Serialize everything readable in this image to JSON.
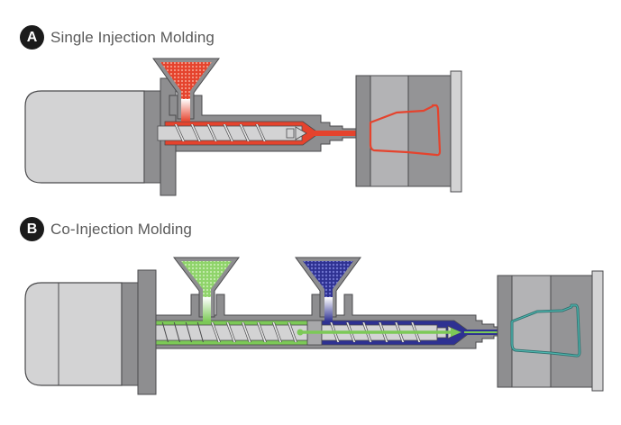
{
  "sections": [
    {
      "badge": "A",
      "title": "Single Injection Molding",
      "material_colors": [
        "#e5432d"
      ]
    },
    {
      "badge": "B",
      "title": "Co-Injection Molding",
      "material_colors": [
        "#7cc957",
        "#2e3192"
      ],
      "part_outline_color": "#2f9a96"
    }
  ],
  "palette": {
    "machine_dark": "#8e8e90",
    "machine_mid": "#a8a8aa",
    "machine_light": "#d3d3d4",
    "outline": "#4a4a4c",
    "red": "#e5432d",
    "green": "#7cc957",
    "blue": "#2e3192",
    "teal": "#2f9a96"
  }
}
